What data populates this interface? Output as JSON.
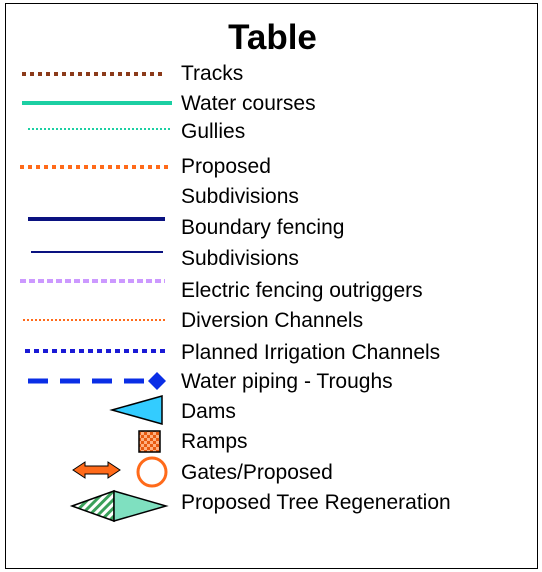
{
  "legend": {
    "title": "Table",
    "items": [
      {
        "label": "Tracks",
        "symbol": "brown-dotted-line",
        "color": "#8b3a1a"
      },
      {
        "label": "Water courses",
        "symbol": "teal-solid-line",
        "color": "#1ccfa3"
      },
      {
        "label": "Gullies",
        "symbol": "teal-dotted-line",
        "color": "#1ccfa3"
      },
      {
        "label": "Proposed",
        "symbol": "orange-dotted-line",
        "color": "#ff6a1a"
      },
      {
        "label": "Subdivisions",
        "symbol": "none"
      },
      {
        "label": "Boundary fencing",
        "symbol": "navy-thick-line",
        "color": "#0a1280"
      },
      {
        "label": "Subdivisions",
        "symbol": "navy-thin-line",
        "color": "#0a1280"
      },
      {
        "label": "Electric fencing outriggers",
        "symbol": "lilac-dashed-line",
        "color": "#cc99ff"
      },
      {
        "label": "Diversion Channels",
        "symbol": "orange-fine-dotted-line",
        "color": "#ff6a1a"
      },
      {
        "label": "Planned Irrigation Channels",
        "symbol": "blue-dotted-line",
        "color": "#1a1ad6"
      },
      {
        "label": "Water piping - Troughs",
        "symbol": "blue-dashed-arrow-diamond",
        "color": "#0a2ee6"
      },
      {
        "label": "Dams",
        "symbol": "cyan-triangle",
        "color": "#33ccff"
      },
      {
        "label": "Ramps",
        "symbol": "orange-checker-square",
        "color": "#ff7a2a"
      },
      {
        "label": "Gates/Proposed",
        "symbol": "orange-double-arrow-and-circle",
        "color": "#ff6a1a"
      },
      {
        "label": "Proposed Tree Regeneration",
        "symbol": "green-hatched-diamond",
        "color": "#7fe0c0"
      }
    ]
  }
}
